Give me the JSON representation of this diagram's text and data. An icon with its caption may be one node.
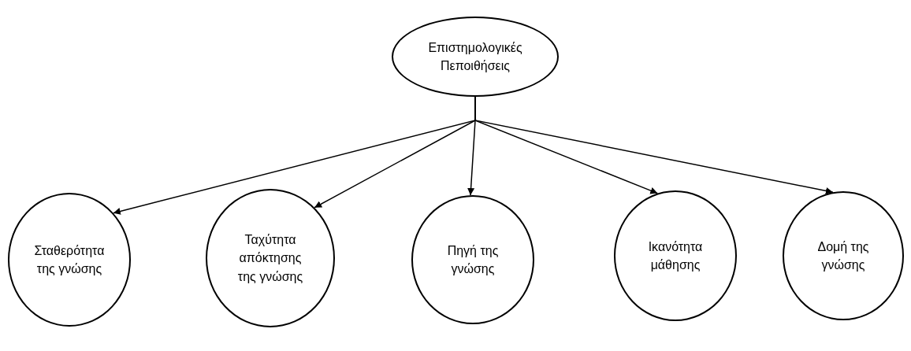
{
  "diagram": {
    "nodes": [
      {
        "text": [
          "Επιστημολογικές Πεποιθήσεις"
        ]
      },
      {
        "text": [
          "Σταθερότητα της γνώσης"
        ]
      },
      {
        "text": [
          "Ταχύτητα απόκτησης της γνώσης"
        ]
      },
      {
        "text": [
          "Πηγή της γνώσης"
        ]
      },
      {
        "text": [
          "Ικανότητα μάθησης"
        ]
      },
      {
        "text": [
          "Δομή της γνώσης"
        ]
      }
    ],
    "edges": [
      {
        "from": 0,
        "to": 1,
        "arrow": "to"
      },
      {
        "from": 0,
        "to": 2,
        "arrow": "to"
      },
      {
        "from": 0,
        "to": 3,
        "arrow": "to"
      },
      {
        "from": 0,
        "to": 4,
        "arrow": "to"
      },
      {
        "from": 0,
        "to": 5,
        "arrow": "to"
      }
    ]
  }
}
